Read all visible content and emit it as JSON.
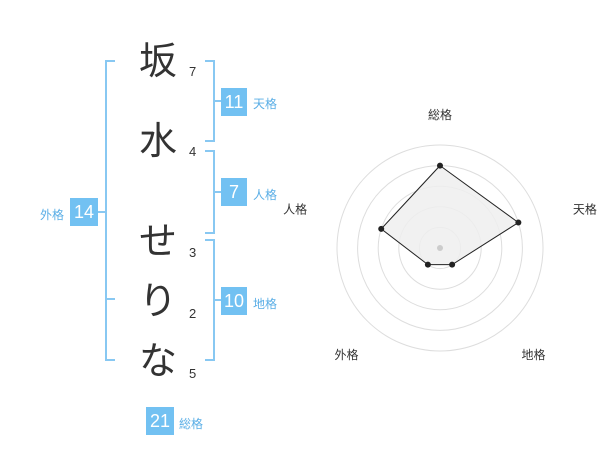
{
  "name": {
    "chars": [
      "坂",
      "水",
      "せ",
      "り",
      "な"
    ],
    "strokes": [
      "7",
      "4",
      "3",
      "2",
      "5"
    ]
  },
  "fortune": {
    "tenkaku": {
      "value": "11",
      "label": "天格"
    },
    "jinkaku": {
      "value": "7",
      "label": "人格"
    },
    "chikaku": {
      "value": "10",
      "label": "地格"
    },
    "gaikaku": {
      "value": "14",
      "label": "外格"
    },
    "soukaku": {
      "value": "21",
      "label": "総格"
    }
  },
  "chart_data": {
    "type": "radar",
    "axes": [
      "総格",
      "天格",
      "地格",
      "外格",
      "人格"
    ],
    "values": [
      4,
      4,
      1,
      1,
      3
    ],
    "max": 5,
    "rings": 5,
    "colors": {
      "line": "#222222",
      "fill": "#eeeeee",
      "grid": "#dddddd",
      "center": "#cccccc"
    }
  }
}
